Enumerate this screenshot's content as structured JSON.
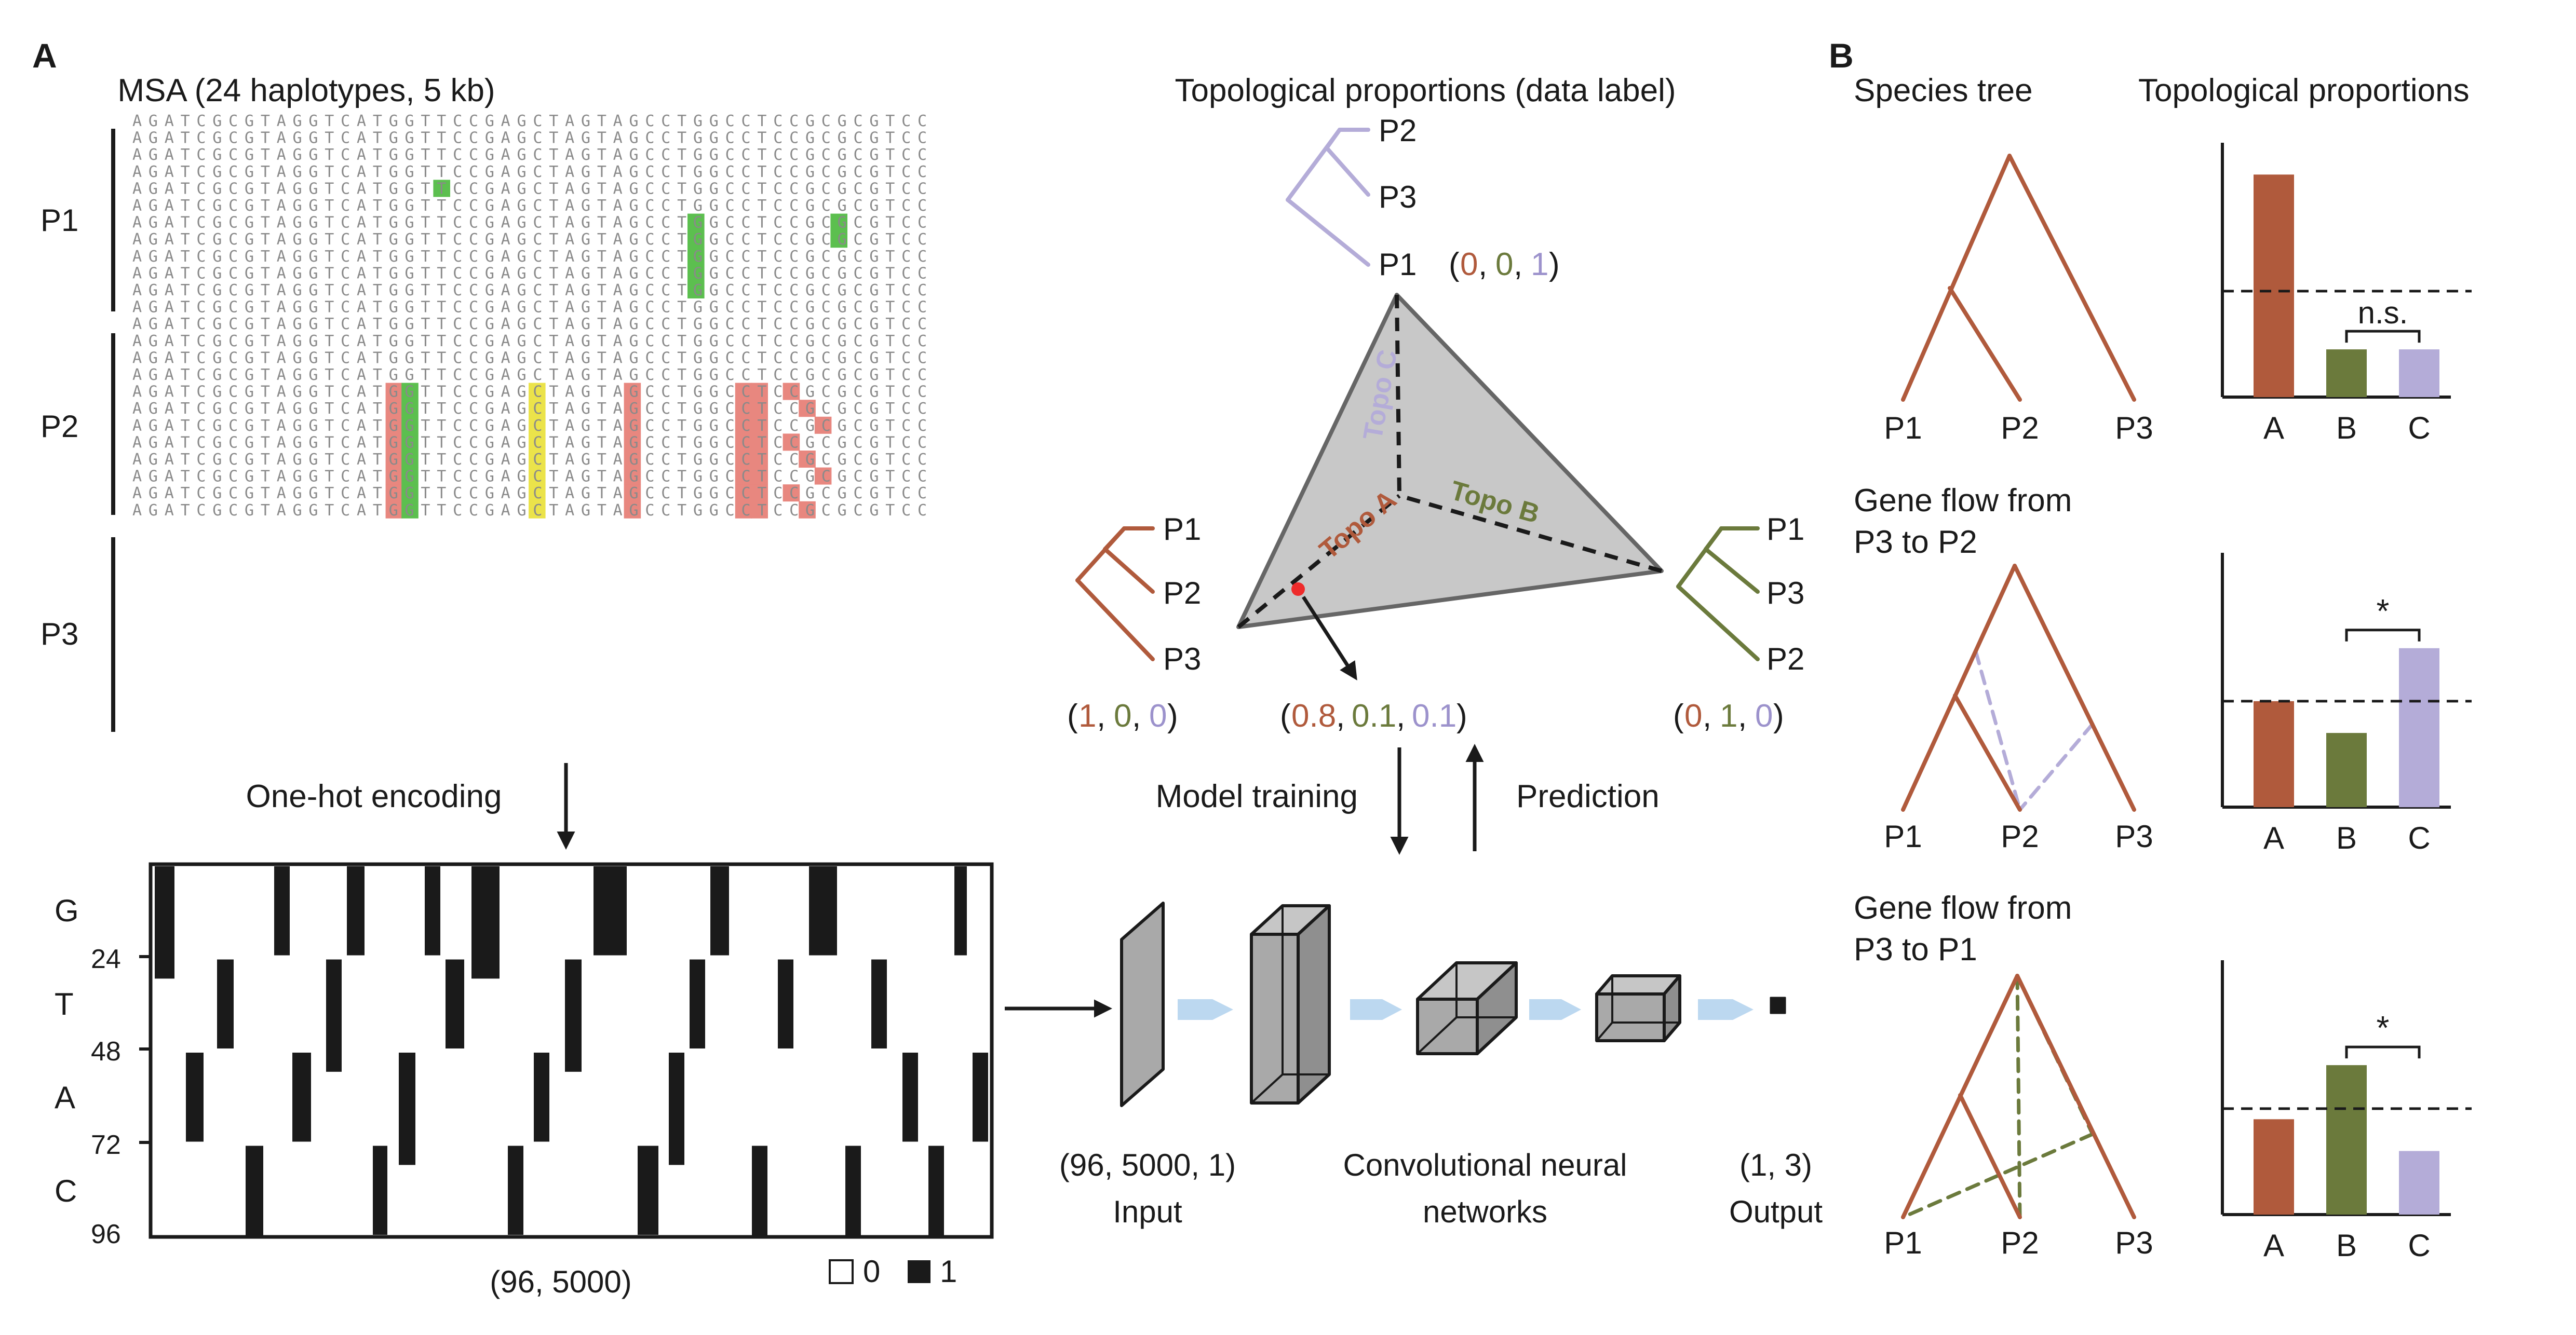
{
  "colors": {
    "topoA": "#b05a3c",
    "topoB": "#6b7a3c",
    "topoC": "#b4acd8",
    "mutA": "#e8877f",
    "mutT": "#5cbf4f",
    "mutG": "#ebe34a",
    "flow": "#bcd8f0"
  },
  "panelA": {
    "label": "A",
    "msa_title": "MSA (24 haplotypes, 5 kb)",
    "groups": [
      "P1",
      "P2",
      "P3"
    ],
    "sequence": "AGATCGCGTAGGTCATGGTTCCGAGCTAGTAGCCTGGCCTCCGCGCGTCC",
    "one_hot_label": "One-hot encoding",
    "matrix_rows": [
      "G",
      "T",
      "A",
      "C"
    ],
    "matrix_ticks": [
      "24",
      "48",
      "72",
      "96"
    ],
    "matrix_caption": "(96, 5000)",
    "legend_zero": "0",
    "legend_one": "1",
    "topo_title": "Topological proportions (data label)",
    "tree_labels": {
      "top": [
        "P2",
        "P3",
        "P1"
      ],
      "left": [
        "P1",
        "P2",
        "P3"
      ],
      "right": [
        "P1",
        "P3",
        "P2"
      ]
    },
    "vec_top": [
      "0",
      "0",
      "1"
    ],
    "vec_left": [
      "1",
      "0",
      "0"
    ],
    "vec_right": [
      "0",
      "1",
      "0"
    ],
    "vec_mid": [
      "0.8",
      "0.1",
      "0.1"
    ],
    "topo_a": "Topo A",
    "topo_b": "Topo B",
    "topo_c": "Topo C",
    "model_training": "Model training",
    "prediction": "Prediction",
    "input_shape": "(96, 5000, 1)",
    "input_label": "Input",
    "cnn_line1": "Convolutional neural",
    "cnn_line2": "networks",
    "output_shape": "(1, 3)",
    "output_label": "Output"
  },
  "panelB": {
    "label": "B",
    "species_tree": "Species tree",
    "topo_props": "Topological proportions",
    "gf1_line1": "Gene flow from",
    "gf1_line2": "P3 to P2",
    "gf2_line1": "Gene flow from",
    "gf2_line2": "P3 to P1",
    "tips": [
      "P1",
      "P2",
      "P3"
    ],
    "ns_label": "n.s.",
    "star_label": "*"
  },
  "chart_data": [
    {
      "type": "bar",
      "categories": [
        "A",
        "B",
        "C"
      ],
      "values": [
        0.7,
        0.15,
        0.15
      ],
      "ylim": [
        0,
        0.8
      ],
      "reference_line": 0.3333,
      "annotation": "n.s."
    },
    {
      "type": "bar",
      "categories": [
        "A",
        "B",
        "C"
      ],
      "values": [
        0.3333,
        0.2333,
        0.5
      ],
      "ylim": [
        0,
        0.8
      ],
      "reference_line": 0.3333,
      "annotation": "*"
    },
    {
      "type": "bar",
      "categories": [
        "A",
        "B",
        "C"
      ],
      "values": [
        0.3,
        0.47,
        0.2
      ],
      "ylim": [
        0,
        0.8
      ],
      "reference_line": 0.3333,
      "annotation": "*"
    }
  ]
}
